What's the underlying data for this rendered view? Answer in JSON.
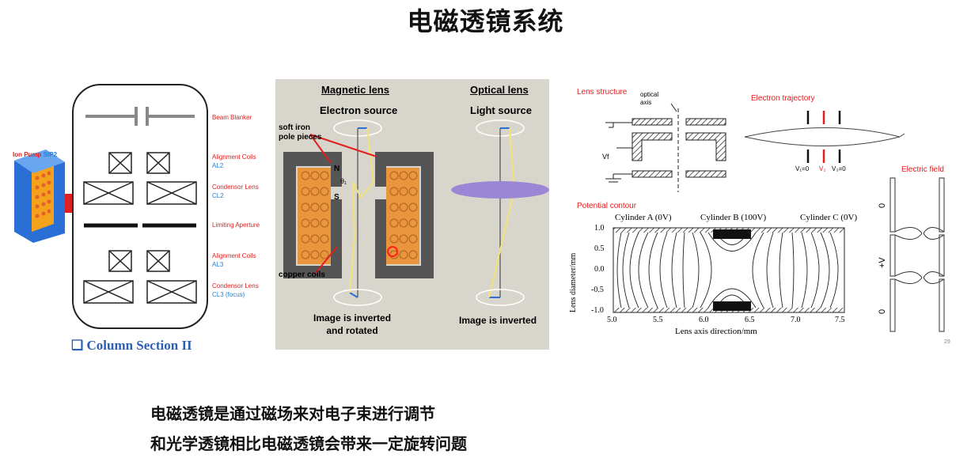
{
  "title": "电磁透镜系统",
  "column": {
    "ion_pump_label": "Ion Pump",
    "ion_pump_model": "SIP2",
    "labels": [
      {
        "name": "Beam Blanker",
        "sub": ""
      },
      {
        "name": "Alignment Coils",
        "sub": "AL2"
      },
      {
        "name": "Condensor Lens",
        "sub": "CL2"
      },
      {
        "name": "Limiting Aperture",
        "sub": ""
      },
      {
        "name": "Alignment Coils",
        "sub": "AL3"
      },
      {
        "name": "Condensor Lens",
        "sub": "CL3 (focus)"
      }
    ],
    "caption": "❑ Column Section II",
    "label_color": "#e53935",
    "sub_color": "#1e88e5"
  },
  "magnetic": {
    "heading_magnetic": "Magnetic lens",
    "heading_optical": "Optical lens",
    "electron_source": "Electron source",
    "light_source": "Light source",
    "soft_iron": "soft iron\npole pieces",
    "copper_coils": "copper coils",
    "n_label": "N",
    "s_label": "S",
    "theta": "θ₁",
    "image_magnetic": "Image is inverted\nand rotated",
    "image_optical": "Image is inverted"
  },
  "electrostatic": {
    "lens_structure": "Lens structure",
    "optical_axis": "optical\naxis",
    "vf": "Vf",
    "electron_trajectory": "Electron trajectory",
    "v_labels": [
      "V₁=0",
      "V₂",
      "V₃=0"
    ],
    "potential_contour": "Potential contour",
    "cylinders": [
      "Cylinder A (0V)",
      "Cylinder B (100V)",
      "Cylinder C (0V)"
    ],
    "ylabel": "Lens diameter/mm",
    "xlabel": "Lens axis direction/mm",
    "yticks": [
      "1.0",
      "0.5",
      "0.0",
      "-0.5",
      "-1.0"
    ],
    "xticks": [
      "5.0",
      "5.5",
      "6.0",
      "6.5",
      "7.0",
      "7.5"
    ],
    "electric_field": "Electric field",
    "field_labels": [
      "0",
      "+V",
      "0"
    ],
    "page_number": "29"
  },
  "body": {
    "line1": "电磁透镜是通过磁场来对电子束进行调节",
    "line2": "和光学透镜相比电磁透镜会带来一定旋转问题"
  }
}
